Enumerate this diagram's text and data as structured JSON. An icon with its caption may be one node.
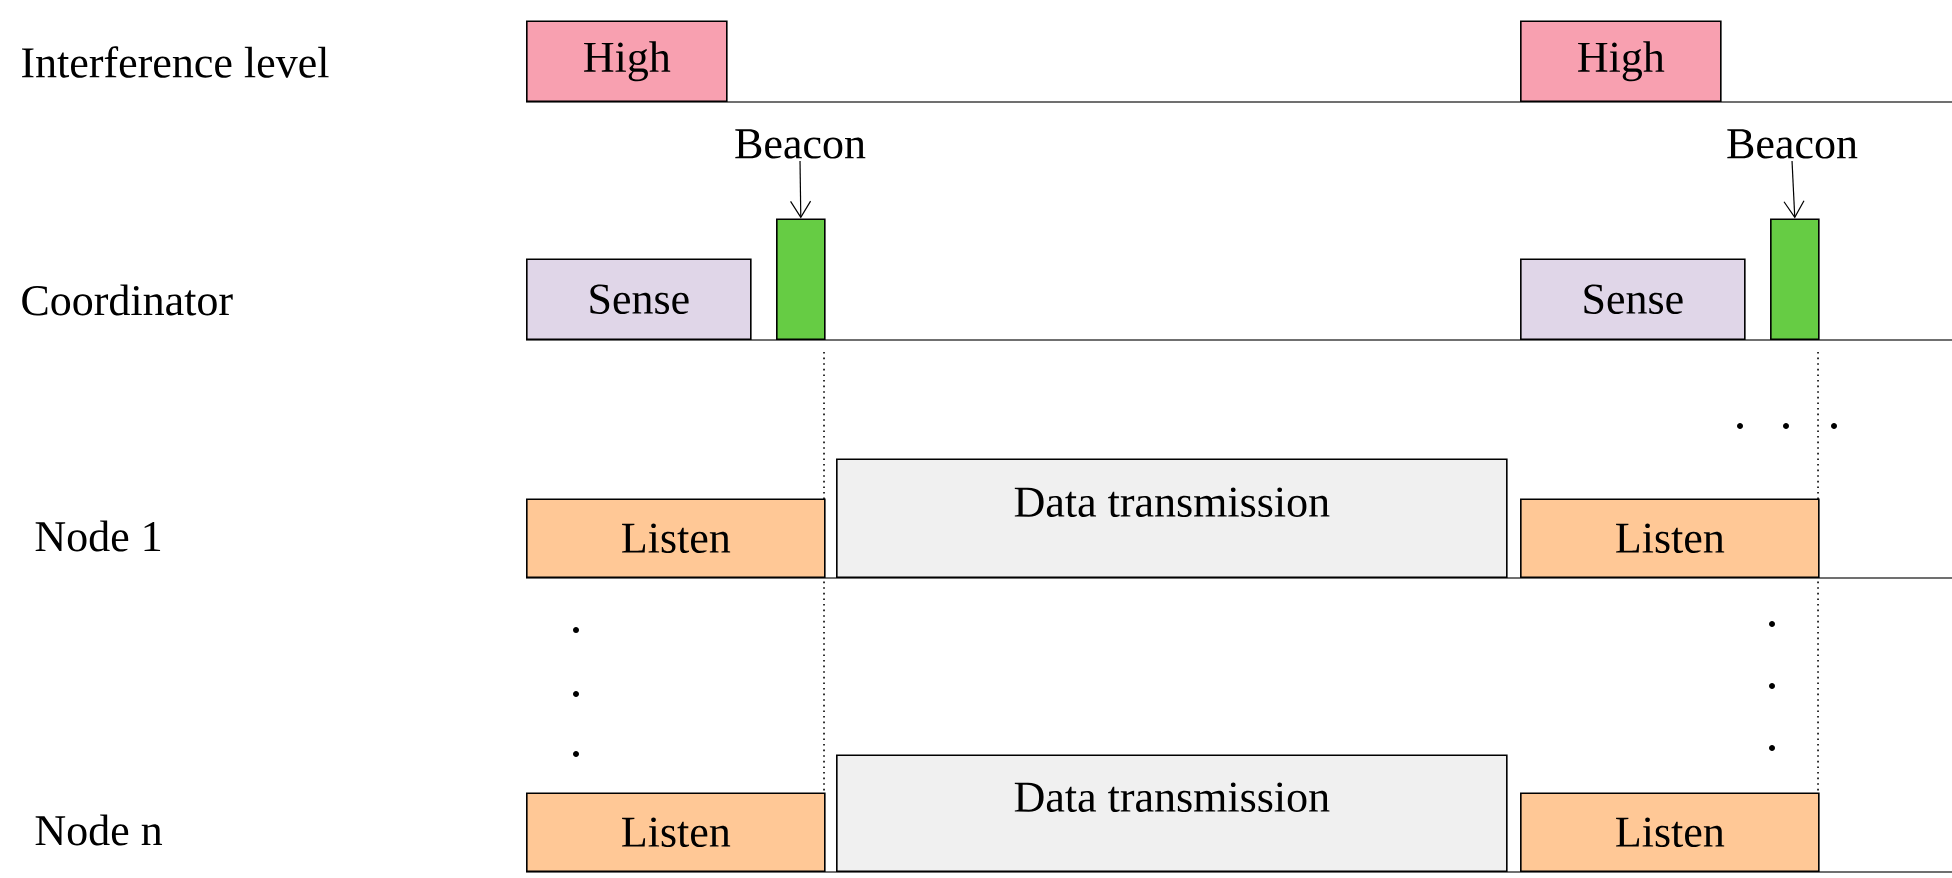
{
  "diagram": {
    "nodes": [
      {
        "text": [
          "High"
        ]
      },
      {
        "text": [
          "High"
        ]
      },
      {
        "text": [
          "Beacon"
        ]
      },
      {
        "text": [
          "Beacon"
        ]
      },
      {
        "text": [
          "Sense"
        ]
      },
      {
        "text": [],
        "shape": "bar"
      },
      {
        "text": [
          "Sense"
        ]
      },
      {
        "text": [],
        "shape": "bar"
      },
      {
        "text": [
          "Listen"
        ]
      },
      {
        "text": [
          "Data transmission"
        ]
      },
      {
        "text": [
          "Listen"
        ]
      },
      {
        "text": [
          "Listen"
        ]
      },
      {
        "text": [
          "Data transmission"
        ]
      },
      {
        "text": [
          "Listen"
        ]
      }
    ],
    "edges": [
      {
        "from": 2,
        "to": 5,
        "arrow": "to"
      },
      {
        "from": 3,
        "to": 7,
        "arrow": "to"
      }
    ],
    "labels": [
      "Interference level",
      "Coordinator",
      "Node 1",
      "Node n"
    ]
  }
}
